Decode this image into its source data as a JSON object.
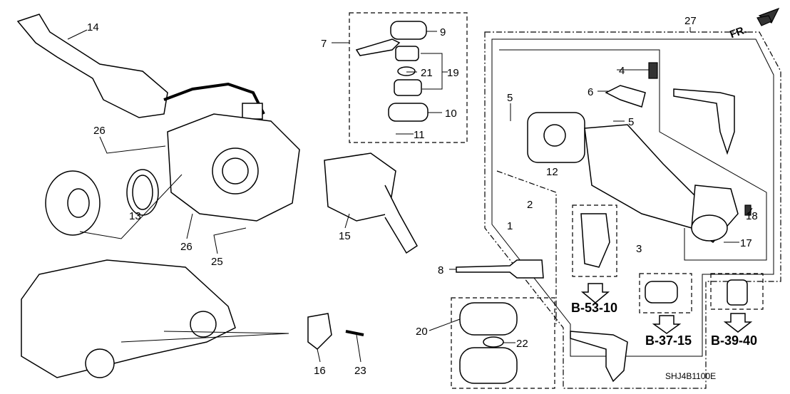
{
  "diagram": {
    "code": "SHJ4B1100E",
    "direction_label": "FR.",
    "callouts": {
      "c14": "14",
      "c7": "7",
      "c9": "9",
      "c21": "21",
      "c19": "19",
      "c10": "10",
      "c11": "11",
      "c27": "27",
      "c4": "4",
      "c6": "6",
      "c5a": "5",
      "c5b": "5",
      "c12": "12",
      "c26a": "26",
      "c13": "13",
      "c26b": "26",
      "c25": "25",
      "c15": "15",
      "c2": "2",
      "c1": "1",
      "c3": "3",
      "c18": "18",
      "c17": "17",
      "c8": "8",
      "c20": "20",
      "c22": "22",
      "c16": "16",
      "c23": "23"
    },
    "references": {
      "r1": "B-53-10",
      "r2": "B-37-15",
      "r3": "B-39-40"
    }
  }
}
